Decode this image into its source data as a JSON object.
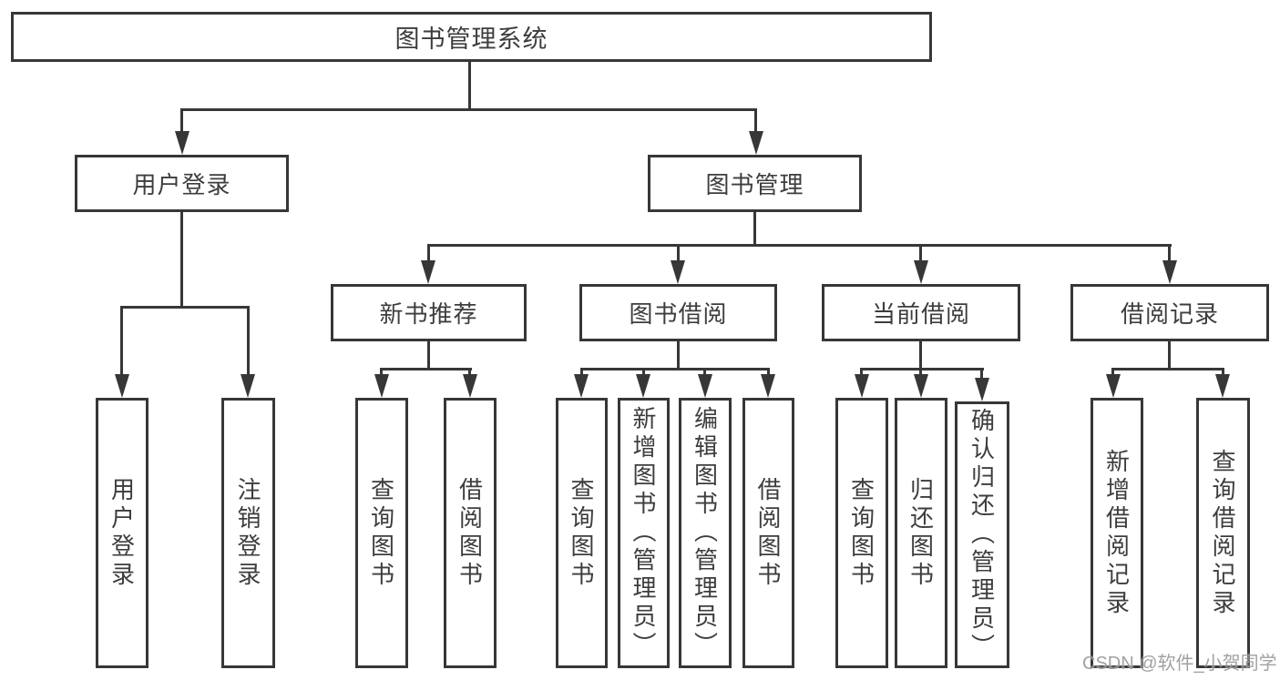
{
  "diagram": {
    "type": "tree",
    "root": {
      "label": "图书管理系统",
      "children": [
        {
          "label": "用户登录",
          "children": [
            {
              "label": "用户登录"
            },
            {
              "label": "注销登录"
            }
          ]
        },
        {
          "label": "图书管理",
          "children": [
            {
              "label": "新书推荐",
              "children": [
                {
                  "label": "查询图书"
                },
                {
                  "label": "借阅图书"
                }
              ]
            },
            {
              "label": "图书借阅",
              "children": [
                {
                  "label": "查询图书"
                },
                {
                  "label": "新增图书（管理员）"
                },
                {
                  "label": "编辑图书（管理员）"
                },
                {
                  "label": "借阅图书"
                }
              ]
            },
            {
              "label": "当前借阅",
              "children": [
                {
                  "label": "查询图书"
                },
                {
                  "label": "归还图书"
                },
                {
                  "label": "确认归还（管理员）"
                }
              ]
            },
            {
              "label": "借阅记录",
              "children": [
                {
                  "label": "新增借阅记录"
                },
                {
                  "label": "查询借阅记录"
                }
              ]
            }
          ]
        }
      ]
    }
  },
  "watermark": {
    "text": "CSDN @软件_小贺同学"
  },
  "colors": {
    "line": "#373737",
    "text": "#3d3d3d",
    "background": "#ffffff",
    "watermark": "#8a8a8a"
  }
}
